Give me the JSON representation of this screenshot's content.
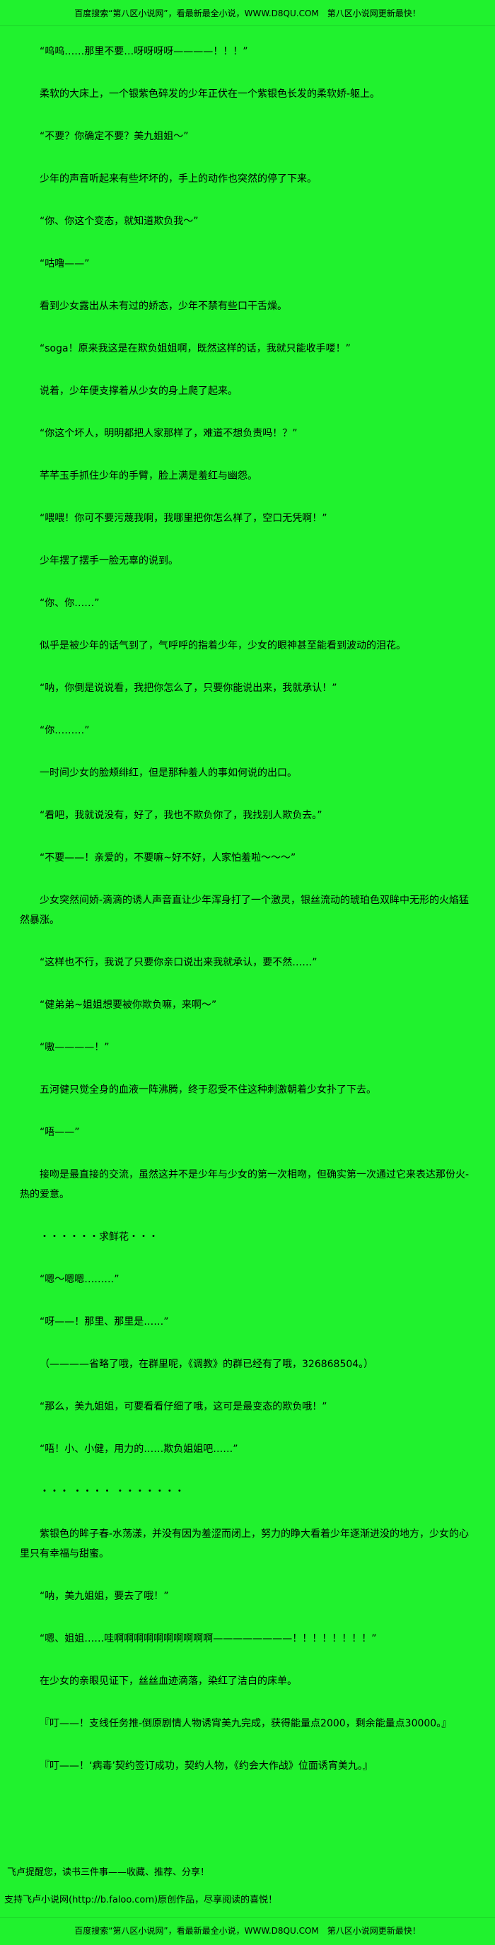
{
  "theme": {
    "bg": "#20f22e",
    "text": "#000000"
  },
  "header": {
    "banner_text": "百度搜索“第八区小说网”，看最新最全小说，WWW.D8QU.COM　第八区小说网更新最快！"
  },
  "novel": {
    "paragraphs": [
      "“呜呜……那里不要…呀呀呀呀————！！！”",
      "柔软的大床上，一个银紫色碎发的少年正伏在一个紫银色长发的柔软娇-躯上。",
      "“不要？你确定不要？美九姐姐～”",
      "少年的声音听起来有些坏坏的，手上的动作也突然的停了下来。",
      "“你、你这个变态，就知道欺负我～”",
      "“咕噜——”",
      "看到少女露出从未有过的娇态，少年不禁有些口干舌燥。",
      "“soga！原来我这是在欺负姐姐啊，既然这样的话，我就只能收手喽！”",
      "说着，少年便支撑着从少女的身上爬了起来。",
      "“你这个坏人，明明都把人家那样了，难道不想负责吗！？”",
      "芊芊玉手抓住少年的手臂，脸上满是羞红与幽怨。",
      "“喂喂！你可不要污蔑我啊，我哪里把你怎么样了，空口无凭啊！”",
      "少年摆了摆手一脸无辜的说到。",
      "“你、你……”",
      "似乎是被少年的话气到了，气呼呼的指着少年，少女的眼神甚至能看到波动的泪花。",
      "“呐，你倒是说说看，我把你怎么了，只要你能说出来，我就承认！”",
      "“你………”",
      "一时间少女的脸颊绯红，但是那种羞人的事如何说的出口。",
      "“看吧，我就说没有，好了，我也不欺负你了，我找别人欺负去。”",
      "“不要——！亲爱的，不要嘛~好不好，人家怕羞啦～～～”",
      "少女突然间娇-滴滴的诱人声音直让少年浑身打了一个激灵，银丝流动的琥珀色双眸中无形的火焰猛然暴涨。",
      "“这样也不行，我说了只要你亲口说出来我就承认，要不然……”",
      "“健弟弟~姐姐想要被你欺负嘛，来啊～”",
      "“嗷————！”",
      "五河健只觉全身的血液一阵沸腾，终于忍受不住这种刺激朝着少女扑了下去。",
      "“唔——”",
      "接吻是最直接的交流，虽然这并不是少年与少女的第一次相吻，但确实第一次通过它来表达那份火-热的爱意。",
      "・・・・・・求鲜花・・・",
      "“嗯～嗯嗯………”",
      "“呀——！那里、那里是……”",
      "（————省略了哦，在群里呢，《调教》的群已经有了哦，326868504。）",
      "“那么，美九姐姐，可要看看仔细了哦，这可是最变态的欺负哦！”",
      "“唔！小、小健，用力的……欺负姐姐吧……”",
      "・・・ ・・・・ ・・・・・・・",
      "紫银色的眸子春-水荡漾，并没有因为羞涩而闭上，努力的睁大看着少年逐渐进没的地方，少女的心里只有幸福与甜蜜。",
      "“呐，美九姐姐，要去了哦！”",
      "“嗯、姐姐……哇啊啊啊啊啊啊啊啊啊啊————————！！！！！！！！”",
      "在少女的亲眼见证下，丝丝血迹滴落，染红了洁白的床单。",
      "『叮——！支线任务推-倒原剧情人物诱宵美九完成，获得能量点2000，剩余能量点30000。』",
      "『叮——！‘病毒’契约签订成功，契约人物，《约会大作战》位面诱宵美九。』"
    ]
  },
  "footer": {
    "tip": "飞卢提醒您，读书三件事——收藏、推荐、分享！",
    "support": "支持飞卢小说网(http://b.faloo.com)原创作品，尽享阅读的喜悦！",
    "banner_text": "百度搜索“第八区小说网”，看最新最全小说，WWW.D8QU.COM　第八区小说网更新最快！"
  }
}
